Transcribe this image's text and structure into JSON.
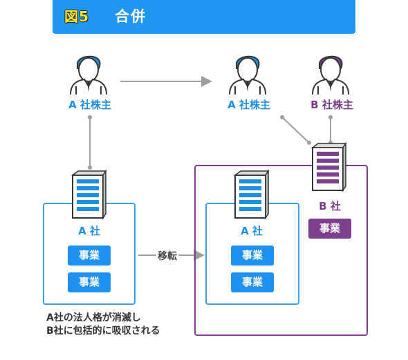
{
  "header": {
    "figure_label": "図5",
    "title": "合併"
  },
  "shareholders": {
    "a_left": "A 社株主",
    "a_right": "A 社株主",
    "b_right": "B 社株主"
  },
  "companies": {
    "a_left": "A 社",
    "a_right": "A 社",
    "b": "B 社"
  },
  "business_label": "事業",
  "transfer_label": "移転",
  "note_lines": [
    "A社の法人格が消滅し",
    "B社に包括的に吸収される"
  ],
  "colors": {
    "blue": "#1e8fe3",
    "purple": "#7b3f8c",
    "header": "#2196f0"
  }
}
